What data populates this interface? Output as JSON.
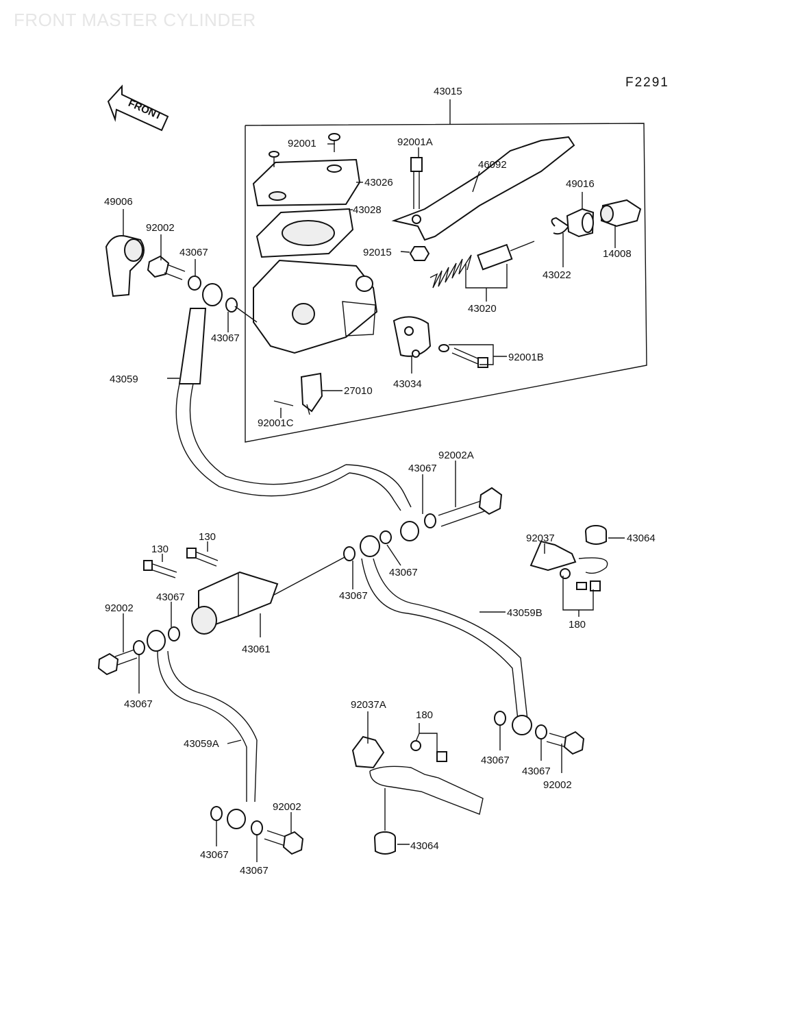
{
  "header": {
    "title": "FRONT MASTER CYLINDER",
    "figure_code": "F2291"
  },
  "front_arrow": {
    "label": "FRONT"
  },
  "labels": {
    "p43015": "43015",
    "p92001_top": "92001",
    "p92001A": "92001A",
    "p46092": "46092",
    "p43026": "43026",
    "p43028": "43028",
    "p49016": "49016",
    "p49006": "49006",
    "p92002_tl": "92002",
    "p43067_a": "43067",
    "p92015": "92015",
    "p43022": "43022",
    "p14008": "14008",
    "p43020": "43020",
    "p43067_b": "43067",
    "p92001B": "92001B",
    "p43059": "43059",
    "p43034": "43034",
    "p27010": "27010",
    "p92001C": "92001C",
    "p92002A": "92002A",
    "p43067_c": "43067",
    "p92037": "92037",
    "p43064_top": "43064",
    "p130_a": "130",
    "p130_b": "130",
    "p43067_d": "43067",
    "p43067_e": "43067",
    "p43067_f": "43067",
    "p43059B": "43059B",
    "p92002_ml": "92002",
    "p180_a": "180",
    "p43061": "43061",
    "p43067_g": "43067",
    "p92037A": "92037A",
    "p180_b": "180",
    "p43059A": "43059A",
    "p43067_h": "43067",
    "p43067_i": "43067",
    "p92002_br": "92002",
    "p92002_bl": "92002",
    "p43064_bot": "43064",
    "p43067_j": "43067",
    "p43067_k": "43067"
  }
}
